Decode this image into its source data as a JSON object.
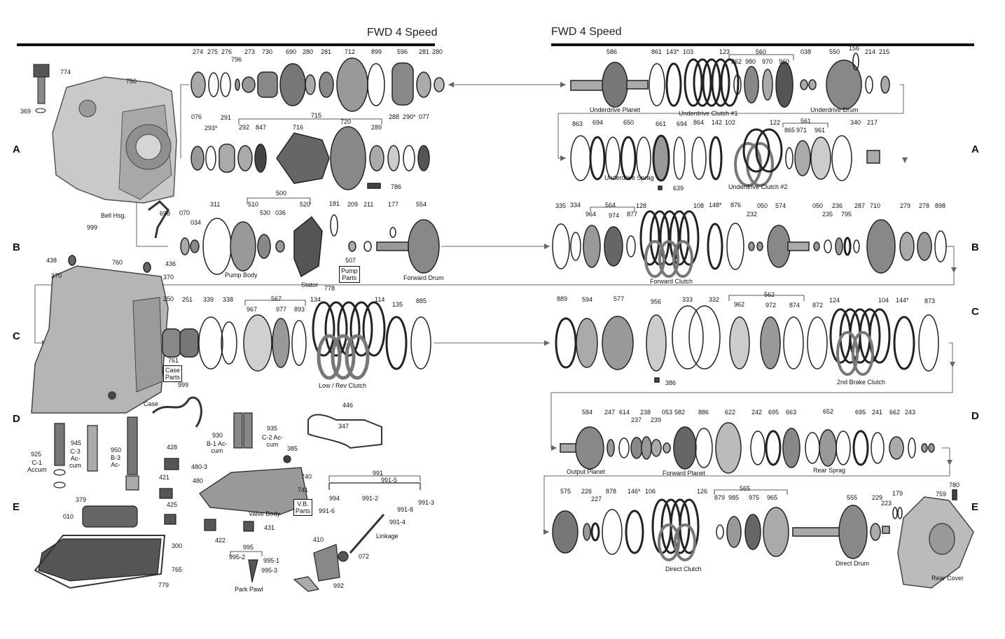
{
  "titles": {
    "left": "FWD 4 Speed",
    "right": "FWD 4 Speed"
  },
  "row_letters": [
    "A",
    "B",
    "C",
    "D",
    "E"
  ],
  "left": {
    "row_a_top": [
      "774",
      "369",
      "750",
      "274",
      "275",
      "276",
      "796",
      "273",
      "730",
      "690",
      "280",
      "281",
      "712",
      "899",
      "596",
      "281",
      "280"
    ],
    "row_a_bottom": [
      "076",
      "293*",
      "291",
      "715",
      "292",
      "847",
      "716",
      "720",
      "289",
      "288",
      "290*",
      "077",
      "786"
    ],
    "row_b": [
      "698",
      "999",
      "070",
      "034",
      "311",
      "500",
      "510",
      "530",
      "036",
      "520",
      "181",
      "209",
      "211",
      "177",
      "554",
      "507",
      "778"
    ],
    "row_c": [
      "438",
      "436",
      "370",
      "370",
      "760",
      "250",
      "251",
      "339",
      "338",
      "567",
      "967",
      "977",
      "893",
      "134",
      "114",
      "135",
      "885",
      "761",
      "999"
    ],
    "row_de": [
      "925",
      "945",
      "950",
      "428",
      "930",
      "935",
      "385",
      "446",
      "347",
      "480-3",
      "480",
      "421",
      "740",
      "741",
      "991",
      "991-5",
      "994",
      "991-2",
      "991-3",
      "991-6",
      "991-8",
      "991-4",
      "425",
      "431",
      "422",
      "379",
      "010",
      "300",
      "765",
      "779",
      "995",
      "995-2",
      "995-1",
      "995-3",
      "410",
      "072",
      "992"
    ],
    "captions": {
      "bell": "Bell Hsg.",
      "pump_body": "Pump Body",
      "stator": "Stator",
      "forward_drum": "Forward Drum",
      "low_rev": "Low / Rev Clutch",
      "case": "Case",
      "valve_body": "Valve Body",
      "linkage": "Linkage",
      "park_pawl": "Park Pawl",
      "c1_accum": "C-1\nAccum",
      "c3_accum": "C-3\nAc-\ncum",
      "b3_accum": "B-3\nAc-",
      "b1_accum": "B-1 Ac-\ncum",
      "c2_accum": "C-2 Ac-\ncum"
    },
    "boxes": {
      "pump_parts": "Pump\nParts",
      "case_parts": "Case\nParts",
      "vb_parts": "V.B.\nParts"
    }
  },
  "right": {
    "row_a_top": [
      "586",
      "861",
      "143*",
      "103",
      "123",
      "560",
      "862",
      "980",
      "970",
      "960",
      "038",
      "550",
      "156",
      "214",
      "215"
    ],
    "row_a_bottom": [
      "863",
      "694",
      "650",
      "661",
      "694",
      "864",
      "142",
      "102",
      "122",
      "561",
      "865",
      "971",
      "961",
      "340",
      "217",
      "639"
    ],
    "row_b": [
      "335",
      "334",
      "564",
      "964",
      "974",
      "877",
      "128",
      "108",
      "148*",
      "876",
      "232",
      "050",
      "574",
      "050",
      "235",
      "236",
      "795",
      "287",
      "710",
      "279",
      "278",
      "898"
    ],
    "row_c": [
      "889",
      "594",
      "577",
      "956",
      "333",
      "332",
      "562",
      "962",
      "972",
      "874",
      "872",
      "124",
      "104",
      "144*",
      "873",
      "386"
    ],
    "row_d": [
      "584",
      "247",
      "614",
      "237",
      "238",
      "239",
      "053",
      "582",
      "886",
      "622",
      "242",
      "695",
      "663",
      "652",
      "695",
      "241",
      "662",
      "243"
    ],
    "row_e": [
      "575",
      "226",
      "227",
      "878",
      "146*",
      "106",
      "126",
      "565",
      "879",
      "985",
      "975",
      "965",
      "555",
      "229",
      "223",
      "179",
      "780",
      "759"
    ],
    "captions": {
      "underdrive_planet": "Underdrive Planet",
      "underdrive_clutch_1": "Underdrive Clutch #1",
      "underdrive_drum": "Underdrive Drum",
      "underdrive_sprag": "Underdrive Sprag",
      "underdrive_clutch_2": "Underdrive Clutch #2",
      "forward_clutch": "Forward Clutch",
      "second_brake": "2nd Brake Clutch",
      "output_planet": "Output Planet",
      "forward_planet": "Forward Planet",
      "rear_sprag": "Rear Sprag",
      "direct_clutch": "Direct Clutch",
      "direct_drum": "Direct Drum",
      "rear_cover": "Rear Cover"
    }
  }
}
